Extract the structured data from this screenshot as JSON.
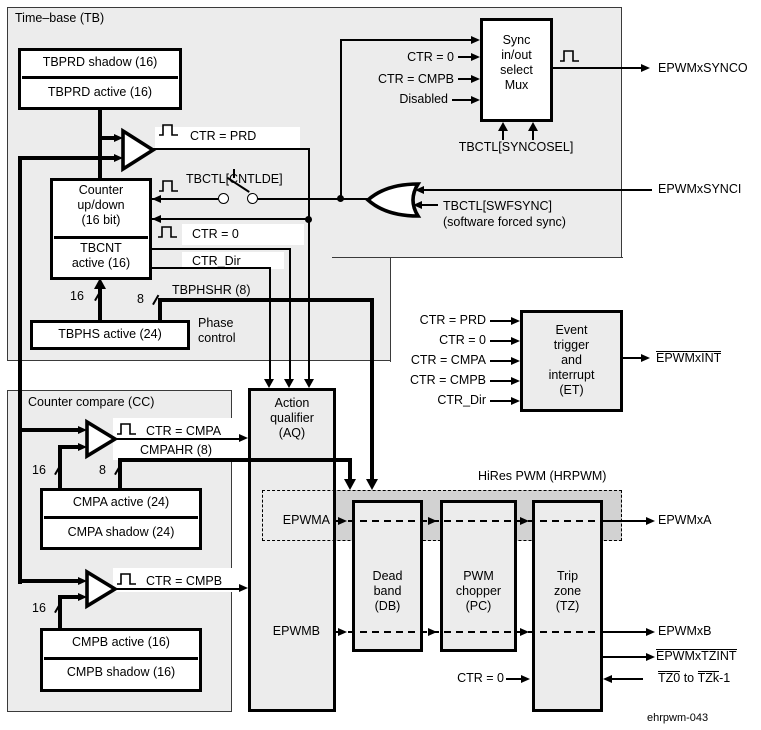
{
  "colors": {
    "region_fill": "#ececec",
    "band_fill": "#d2d2d2",
    "line": "#000000"
  },
  "timebase": {
    "title": "Time–base (TB)",
    "tbprd_shadow": "TBPRD shadow (16)",
    "tbprd_active": "TBPRD active (16)",
    "counter_l1": "Counter",
    "counter_l2": "up/down",
    "counter_l3": "(16 bit)",
    "tbcnt_l1": "TBCNT",
    "tbcnt_l2": "active (16)",
    "tbphs": "TBPHS active (24)",
    "phase_l1": "Phase",
    "phase_l2": "control",
    "ctr_prd": "CTR = PRD",
    "tbctl_cntlde": "TBCTL[CNTLDE]",
    "ctr_0": "CTR = 0",
    "ctr_dir": "CTR_Dir",
    "tbphshr": "TBPHSHR (8)",
    "bus16": "16",
    "bus8": "8"
  },
  "sync": {
    "mux_l1": "Sync",
    "mux_l2": "in/out",
    "mux_l3": "select",
    "mux_l4": "Mux",
    "in_ctr0": "CTR = 0",
    "in_cmpb": "CTR = CMPB",
    "in_disabled": "Disabled",
    "syncosel": "TBCTL[SYNCOSEL]",
    "synco": "EPWMxSYNCO",
    "synci": "EPWMxSYNCI",
    "swfsync": "TBCTL[SWFSYNC]",
    "swfsync_note": "(software forced sync)"
  },
  "cc": {
    "title": "Counter compare (CC)",
    "ctr_cmpa": "CTR = CMPA",
    "cmpahr": "CMPAHR (8)",
    "cmpa_active": "CMPA active (24)",
    "cmpa_shadow": "CMPA shadow (24)",
    "ctr_cmpb": "CTR = CMPB",
    "cmpb_active": "CMPB active (16)",
    "cmpb_shadow": "CMPB shadow (16)",
    "bus16_a": "16",
    "bus8": "8",
    "bus16_b": "16"
  },
  "et": {
    "in_prd": "CTR = PRD",
    "in_0": "CTR = 0",
    "in_cmpa": "CTR = CMPA",
    "in_cmpb": "CTR = CMPB",
    "in_dir": "CTR_Dir",
    "l1": "Event",
    "l2": "trigger",
    "l3": "and",
    "l4": "interrupt",
    "l5": "(ET)",
    "out": "EPWMxINT"
  },
  "aq": {
    "l1": "Action",
    "l2": "qualifier",
    "l3": "(AQ)",
    "epwma": "EPWMA",
    "epwmb": "EPWMB"
  },
  "hrpwm": {
    "label": "HiRes PWM (HRPWM)"
  },
  "db": {
    "l1": "Dead",
    "l2": "band",
    "l3": "(DB)"
  },
  "pc": {
    "l1": "PWM",
    "l2": "chopper",
    "l3": "(PC)"
  },
  "tz": {
    "l1": "Trip",
    "l2": "zone",
    "l3": "(TZ)",
    "ctr0": "CTR = 0",
    "tz0": "TZ0",
    "to": " to ",
    "tzk": "TZk",
    "suffix": "-1"
  },
  "outputs": {
    "epwmxa": "EPWMxA",
    "epwmxb": "EPWMxB",
    "tzint": "EPWMxTZINT"
  },
  "footer": "ehrpwm-043"
}
